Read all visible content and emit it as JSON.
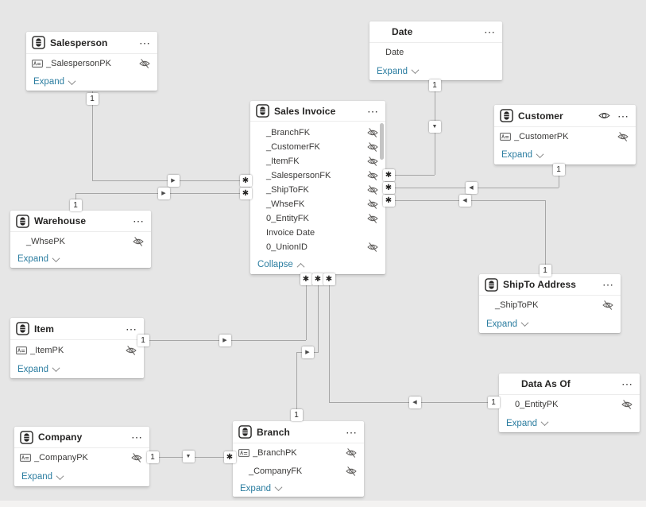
{
  "canvas": {
    "bg_color": "#e6e6e6",
    "line_color": "#a6a6a6",
    "link_color": "#2b7da0"
  },
  "markers": {
    "one": "1",
    "many": "✱",
    "arrow_right": "▶",
    "arrow_left": "◀",
    "arrow_down": "▼"
  },
  "icons": {
    "more_options": "⋯"
  },
  "tables": {
    "salesperson": {
      "title": "Salesperson",
      "footer_label": "Expand",
      "fields": [
        {
          "name": "_SalespersonPK",
          "key": true,
          "hidden": true
        }
      ]
    },
    "date": {
      "title": "Date",
      "footer_label": "Expand",
      "fields": [
        {
          "name": "Date",
          "key": false,
          "hidden": false
        }
      ]
    },
    "sales_invoice": {
      "title": "Sales Invoice",
      "footer_label": "Collapse",
      "fields": [
        {
          "name": "_BranchFK",
          "key": false,
          "hidden": true
        },
        {
          "name": "_CustomerFK",
          "key": false,
          "hidden": true
        },
        {
          "name": "_ItemFK",
          "key": false,
          "hidden": true
        },
        {
          "name": "_SalespersonFK",
          "key": false,
          "hidden": true
        },
        {
          "name": "_ShipToFK",
          "key": false,
          "hidden": true
        },
        {
          "name": "_WhseFK",
          "key": false,
          "hidden": true
        },
        {
          "name": "0_EntityFK",
          "key": false,
          "hidden": true
        },
        {
          "name": "Invoice Date",
          "key": false,
          "hidden": false
        },
        {
          "name": "0_UnionID",
          "key": false,
          "hidden": true
        }
      ]
    },
    "customer": {
      "title": "Customer",
      "footer_label": "Expand",
      "header_eye": true,
      "fields": [
        {
          "name": "_CustomerPK",
          "key": true,
          "hidden": true
        }
      ]
    },
    "warehouse": {
      "title": "Warehouse",
      "footer_label": "Expand",
      "fields": [
        {
          "name": "_WhsePK",
          "key": false,
          "hidden": true
        }
      ]
    },
    "shipto_address": {
      "title": "ShipTo Address",
      "footer_label": "Expand",
      "fields": [
        {
          "name": "_ShipToPK",
          "key": false,
          "hidden": true
        }
      ]
    },
    "item": {
      "title": "Item",
      "footer_label": "Expand",
      "fields": [
        {
          "name": "_ItemPK",
          "key": true,
          "hidden": true
        }
      ]
    },
    "data_as_of": {
      "title": "Data As Of",
      "footer_label": "Expand",
      "fields": [
        {
          "name": "0_EntityPK",
          "key": false,
          "hidden": true
        }
      ]
    },
    "company": {
      "title": "Company",
      "footer_label": "Expand",
      "fields": [
        {
          "name": "_CompanyPK",
          "key": true,
          "hidden": true
        }
      ]
    },
    "branch": {
      "title": "Branch",
      "footer_label": "Expand",
      "fields": [
        {
          "name": "_BranchPK",
          "key": true,
          "hidden": true
        },
        {
          "name": "_CompanyFK",
          "key": false,
          "hidden": true
        }
      ]
    }
  }
}
